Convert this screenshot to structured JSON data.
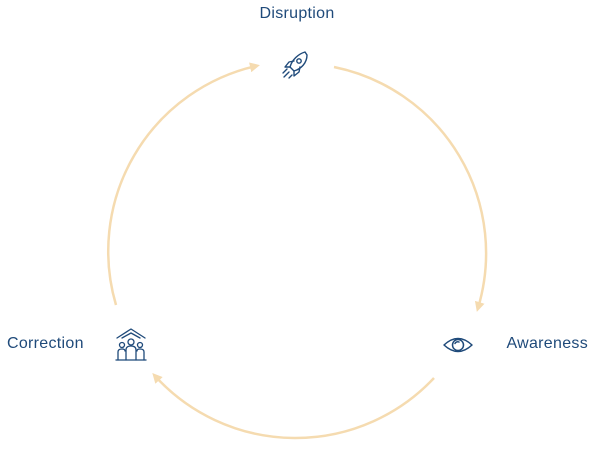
{
  "diagram": {
    "nodes": [
      {
        "id": "disruption",
        "label": "Disruption",
        "icon": "rocket-icon"
      },
      {
        "id": "awareness",
        "label": "Awareness",
        "icon": "eye-icon"
      },
      {
        "id": "correction",
        "label": "Correction",
        "icon": "team-icon"
      }
    ],
    "colors": {
      "arrow": "#f5dbb0",
      "icon": "#1f4a7a",
      "text": "#1f4a7a"
    }
  }
}
